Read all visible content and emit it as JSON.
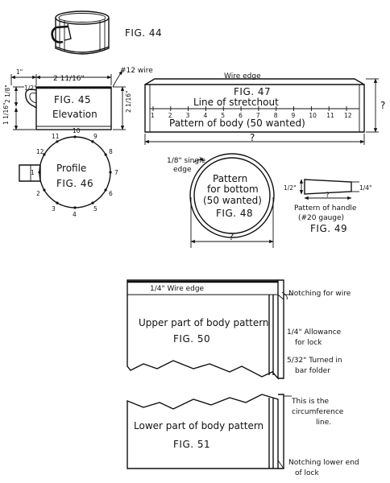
{
  "fig44": {
    "label": "FIG. 44"
  },
  "fig45": {
    "label": "FIG. 45",
    "subtitle": "Elevation",
    "dim_width": "2 11/16\"",
    "dim_height": "2 1/16\"",
    "dim_handle_offset": "1\"",
    "dim_handle_gap": "1/2\"",
    "dim_handle_top": "2 1/8\"",
    "dim_handle_bottom": "1 1/16\"",
    "wire": "#12 wire"
  },
  "fig46": {
    "label": "FIG. 46",
    "subtitle": "Profile",
    "division_numbers": [
      "10",
      "9",
      "8",
      "7",
      "6",
      "5",
      "4",
      "3",
      "2",
      "1",
      "12",
      "11"
    ]
  },
  "fig47": {
    "label": "FIG. 47",
    "wire_edge": "Wire edge",
    "stretchout": "Line of stretchout",
    "stretchout_numbers": [
      "1",
      "2",
      "3",
      "4",
      "5",
      "6",
      "7",
      "8",
      "9",
      "10",
      "11",
      "12"
    ],
    "pattern": "Pattern of body (50 wanted)",
    "dim_length": "?",
    "dim_height": "?"
  },
  "fig48": {
    "label": "FIG. 48",
    "pattern_line1": "Pattern",
    "pattern_line2": "for bottom",
    "pattern_line3": "(50 wanted)",
    "edge_line1": "1/8\" single",
    "edge_line2": "edge",
    "dim_diameter": "?"
  },
  "fig49": {
    "label": "FIG. 49",
    "pattern_line1": "Pattern of handle",
    "pattern_line2": "(#20 gauge)",
    "dim_left": "1/2\"",
    "dim_right": "1/4\"",
    "dim_length": "?"
  },
  "fig50": {
    "label": "FIG. 50",
    "title": "Upper part of body pattern",
    "wire_edge": "1/4\" Wire edge",
    "notching": "Notching for wire",
    "allowance_line1": "1/4\" Allowance",
    "allowance_line2": "for lock",
    "turned_line1": "5/32\" Turned in",
    "turned_line2": "bar folder"
  },
  "fig51": {
    "label": "FIG. 51",
    "title": "Lower part of body pattern",
    "circumference_line1": "This is the",
    "circumference_line2": "circumference",
    "circumference_line3": "line.",
    "notching_line1": "Notching lower end",
    "notching_line2": "of lock"
  }
}
